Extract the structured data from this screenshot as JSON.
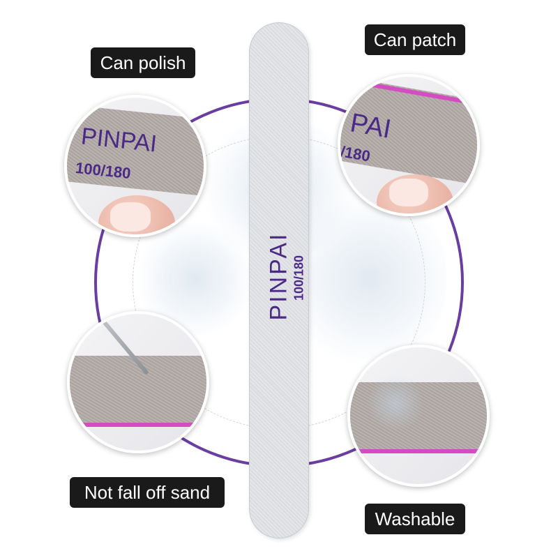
{
  "labels": {
    "polish": "Can polish",
    "patch": "Can patch",
    "sand": "Not fall off sand",
    "wash": "Washable"
  },
  "product": {
    "brand": "PINPAI",
    "grit": "100/180"
  },
  "closeups": {
    "top_left_brand": "PINPAI",
    "top_left_grit": "100/180",
    "top_right_brand": "PAI",
    "top_right_grit": "/180"
  },
  "colors": {
    "accent_purple": "#4b2a86",
    "edge_pink": "#d44cc2",
    "label_bg": "#1a1a1a"
  }
}
